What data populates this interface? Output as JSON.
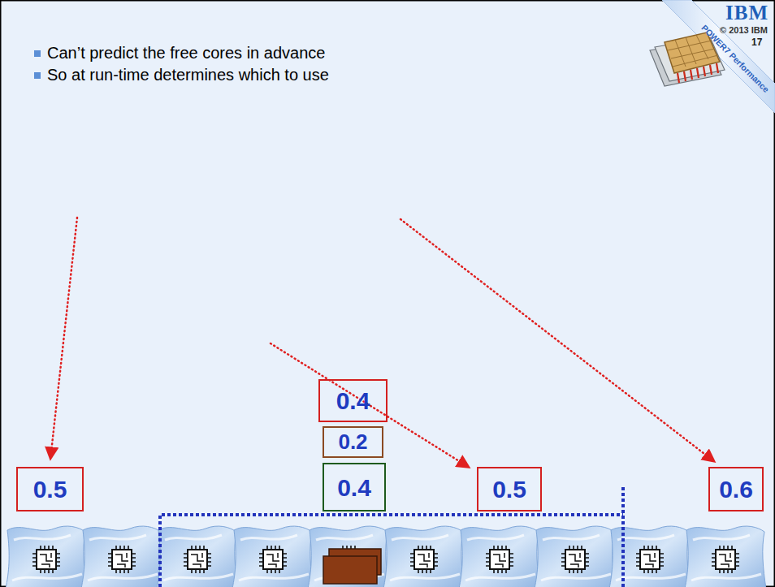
{
  "diagram": {
    "nodes": [
      {
        "text": [
          "0.4"
        ]
      },
      {
        "text": [
          "0.2"
        ]
      },
      {
        "text": [
          "0.5"
        ]
      },
      {
        "text": [
          "0.4"
        ]
      },
      {
        "text": [
          "0.5"
        ]
      },
      {
        "text": [
          "0.6"
        ]
      }
    ],
    "labels": [
      "Can’t predict the free cores in advance",
      "So at run-time determines which to use",
      "IBM",
      "POWER7 Performance",
      "© 2013 IBM",
      "17"
    ]
  }
}
